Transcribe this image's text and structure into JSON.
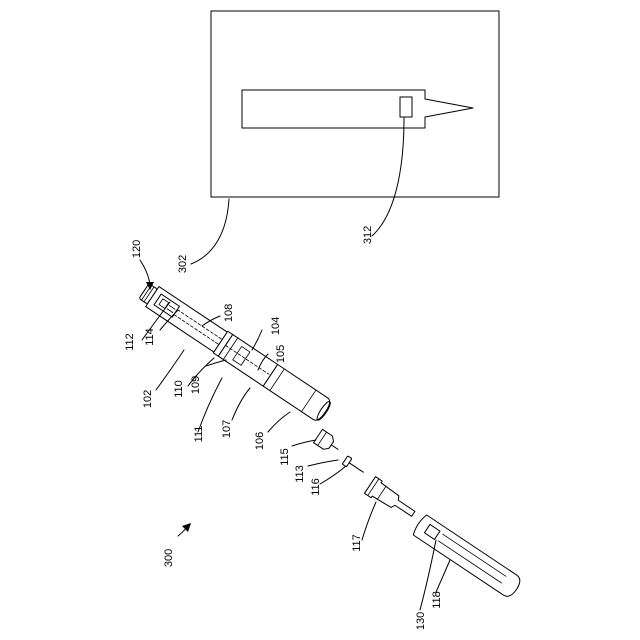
{
  "figure": {
    "labels": {
      "l300": "300",
      "l302": "302",
      "l312": "312",
      "l120": "120",
      "l112": "112",
      "l114": "114",
      "l108": "108",
      "l104": "104",
      "l102": "102",
      "l110": "110",
      "l109": "109",
      "l105": "105",
      "l111": "111",
      "l107": "107",
      "l106": "106",
      "l115": "115",
      "l113": "113",
      "l116": "116",
      "l117": "117",
      "l130": "130",
      "l118": "118"
    }
  }
}
